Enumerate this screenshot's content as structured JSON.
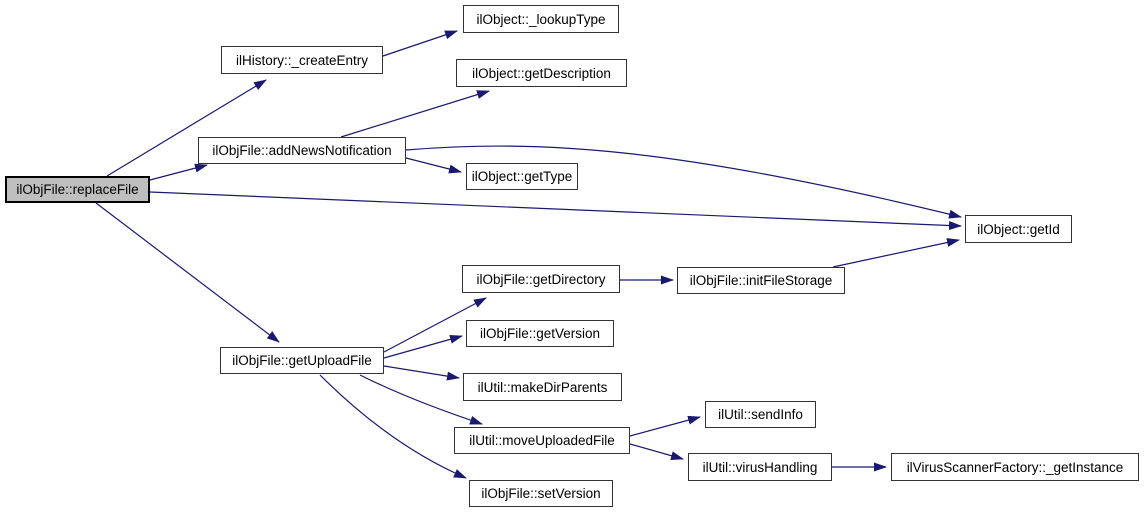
{
  "diagram": {
    "type": "call-graph",
    "colors": {
      "edge": "#191970",
      "node_border": "#333333",
      "node_fill": "#ffffff",
      "highlight_fill": "#bfbfbf",
      "highlight_border": "#000000",
      "text": "#000000",
      "background": "#ffffff"
    },
    "nodes": [
      {
        "id": "replaceFile",
        "label": "ilObjFile::replaceFile",
        "highlighted": true
      },
      {
        "id": "createEntry",
        "label": "ilHistory::_createEntry"
      },
      {
        "id": "lookupType",
        "label": "ilObject::_lookupType"
      },
      {
        "id": "getDescription",
        "label": "ilObject::getDescription"
      },
      {
        "id": "addNewsNotification",
        "label": "ilObjFile::addNewsNotification"
      },
      {
        "id": "getType",
        "label": "ilObject::getType"
      },
      {
        "id": "getId",
        "label": "ilObject::getId"
      },
      {
        "id": "getDirectory",
        "label": "ilObjFile::getDirectory"
      },
      {
        "id": "initFileStorage",
        "label": "ilObjFile::initFileStorage"
      },
      {
        "id": "getVersion",
        "label": "ilObjFile::getVersion"
      },
      {
        "id": "getUploadFile",
        "label": "ilObjFile::getUploadFile"
      },
      {
        "id": "makeDirParents",
        "label": "ilUtil::makeDirParents"
      },
      {
        "id": "moveUploadedFile",
        "label": "ilUtil::moveUploadedFile"
      },
      {
        "id": "sendInfo",
        "label": "ilUtil::sendInfo"
      },
      {
        "id": "virusHandling",
        "label": "ilUtil::virusHandling"
      },
      {
        "id": "getInstance",
        "label": "ilVirusScannerFactory::_getInstance"
      },
      {
        "id": "setVersion",
        "label": "ilObjFile::setVersion"
      }
    ],
    "edges": [
      {
        "from": "replaceFile",
        "to": "createEntry"
      },
      {
        "from": "replaceFile",
        "to": "addNewsNotification"
      },
      {
        "from": "replaceFile",
        "to": "getId"
      },
      {
        "from": "replaceFile",
        "to": "getUploadFile"
      },
      {
        "from": "createEntry",
        "to": "lookupType"
      },
      {
        "from": "addNewsNotification",
        "to": "getDescription"
      },
      {
        "from": "addNewsNotification",
        "to": "getType"
      },
      {
        "from": "addNewsNotification",
        "to": "getId"
      },
      {
        "from": "getUploadFile",
        "to": "getDirectory"
      },
      {
        "from": "getUploadFile",
        "to": "getVersion"
      },
      {
        "from": "getUploadFile",
        "to": "makeDirParents"
      },
      {
        "from": "getUploadFile",
        "to": "moveUploadedFile"
      },
      {
        "from": "getUploadFile",
        "to": "setVersion"
      },
      {
        "from": "getDirectory",
        "to": "initFileStorage"
      },
      {
        "from": "initFileStorage",
        "to": "getId"
      },
      {
        "from": "moveUploadedFile",
        "to": "sendInfo"
      },
      {
        "from": "moveUploadedFile",
        "to": "virusHandling"
      },
      {
        "from": "virusHandling",
        "to": "getInstance"
      }
    ]
  }
}
